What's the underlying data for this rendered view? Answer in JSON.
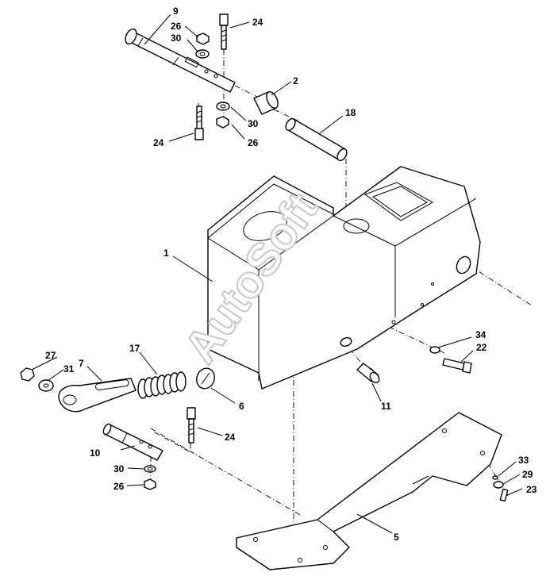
{
  "watermark": "AutoSoft",
  "labels": {
    "l1": "1",
    "l2": "2",
    "l5": "5",
    "l6": "6",
    "l7": "7",
    "l9": "9",
    "l10": "10",
    "l11": "11",
    "l17": "17",
    "l18": "18",
    "l22": "22",
    "l23": "23",
    "l24a": "24",
    "l24b": "24",
    "l24c": "24",
    "l26a": "26",
    "l26b": "26",
    "l26c": "26",
    "l27": "27",
    "l29": "29",
    "l30a": "30",
    "l30b": "30",
    "l30c": "30",
    "l31": "31",
    "l33": "33",
    "l34": "34"
  }
}
